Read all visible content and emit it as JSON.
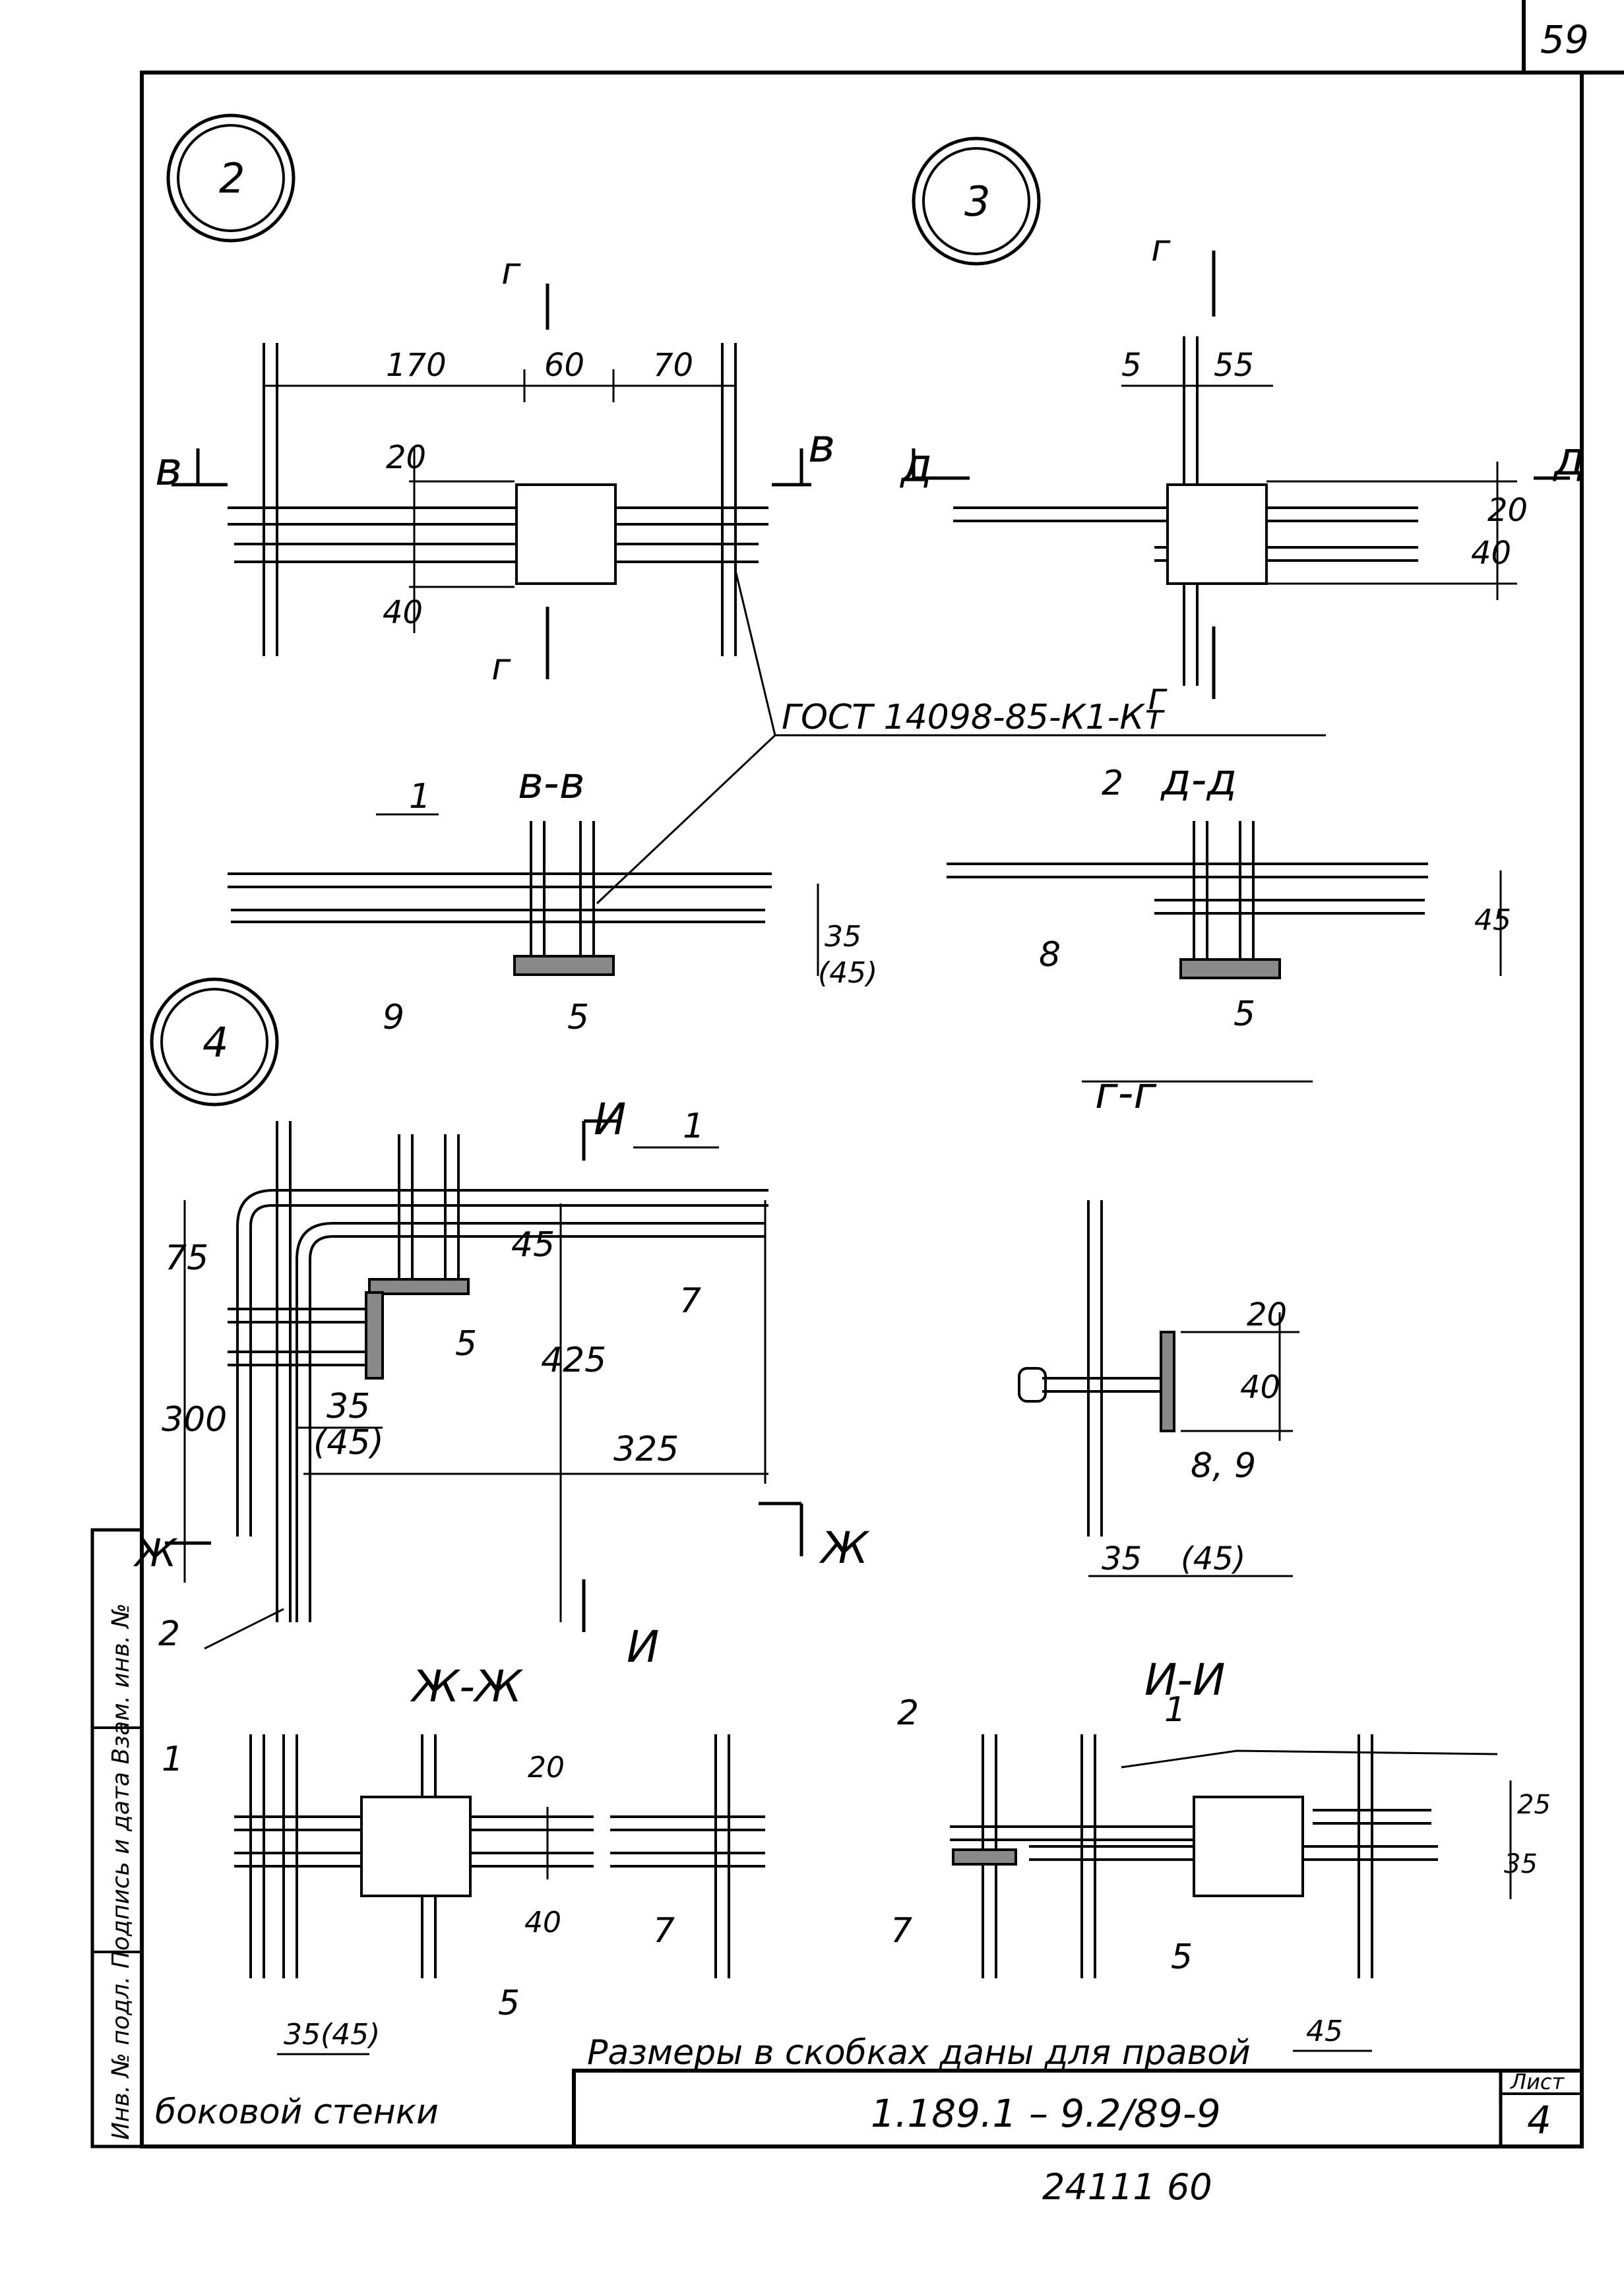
{
  "page_number": "59",
  "circles": {
    "c2": "2",
    "c3": "3",
    "c4": "4"
  },
  "dims_detail2": {
    "d170": "170",
    "d60": "60",
    "d70": "70",
    "d20": "20",
    "d40": "40"
  },
  "dims_detail3": {
    "d5": "5",
    "d55": "55",
    "d20": "20",
    "d40": "40"
  },
  "cut_marks": {
    "v": "в",
    "g": "г",
    "d": "д",
    "zh": "Ж",
    "i": "И"
  },
  "callout_gost": "ГОСТ 14098-85-К1-Кт",
  "section_titles": {
    "vv": "в-в",
    "dd": "д-д",
    "gg": "г-г",
    "zhzh": "Ж-Ж",
    "ii": "И-И"
  },
  "section_vv": {
    "l1": "1",
    "l9": "9",
    "l5": "5",
    "d35": "35",
    "d45": "(45)"
  },
  "section_dd": {
    "l2": "2",
    "l8": "8",
    "l5": "5",
    "d45": "45"
  },
  "detail4": {
    "l1": "1",
    "l7": "7",
    "l5": "5",
    "l2": "2",
    "d75": "75",
    "d300": "300",
    "d35": "35",
    "d45p": "(45)",
    "d45": "45",
    "d425": "425",
    "d325": "325"
  },
  "section_gg": {
    "d20": "20",
    "d40": "40",
    "l89": "8, 9",
    "d35": "35",
    "d45p": "(45)"
  },
  "section_zhzh": {
    "l1": "1",
    "l7": "7",
    "l5": "5",
    "d20": "20",
    "d40": "40",
    "d3545": "35(45)"
  },
  "section_ii": {
    "l2": "2",
    "l1": "1",
    "l7": "7",
    "l5": "5",
    "d25": "25",
    "d35": "35",
    "d45": "45"
  },
  "note_line1": "Размеры в скобках даны для правой",
  "note_line2": "боковой   стенки",
  "side_stamp": "Инв. № подл. Подпись и дата Взам. инв. №",
  "title_block": {
    "doc_code": "1.189.1 – 9.2/89-9",
    "sheet_label": "Лист",
    "sheet_num": "4"
  },
  "bottom_code": "24111  60"
}
